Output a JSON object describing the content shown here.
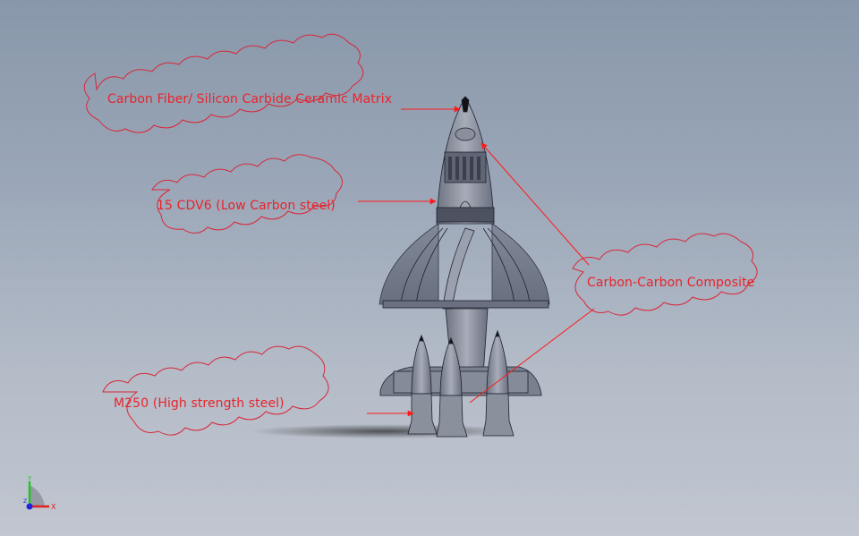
{
  "viewport": {
    "background_top": "#8897aa",
    "background_bottom": "#c1c6d0",
    "model": "rocket-assembly"
  },
  "annotations": [
    {
      "id": "nose-cone",
      "text": "Carbon Fiber/ Silicon Carbide Ceramic Matrix",
      "color": "#e8242c"
    },
    {
      "id": "body-upper",
      "text": "15 CDV6 (Low Carbon steel)",
      "color": "#e8242c"
    },
    {
      "id": "fins",
      "text": "Carbon-Carbon Composite",
      "color": "#e8242c"
    },
    {
      "id": "boosters",
      "text": "M250 (High strength steel)",
      "color": "#e8242c"
    }
  ],
  "triad": {
    "x_label": "X",
    "y_label": "Y",
    "z_label": "Z",
    "x_color": "#e02020",
    "y_color": "#20c020",
    "z_color": "#2020e0"
  }
}
